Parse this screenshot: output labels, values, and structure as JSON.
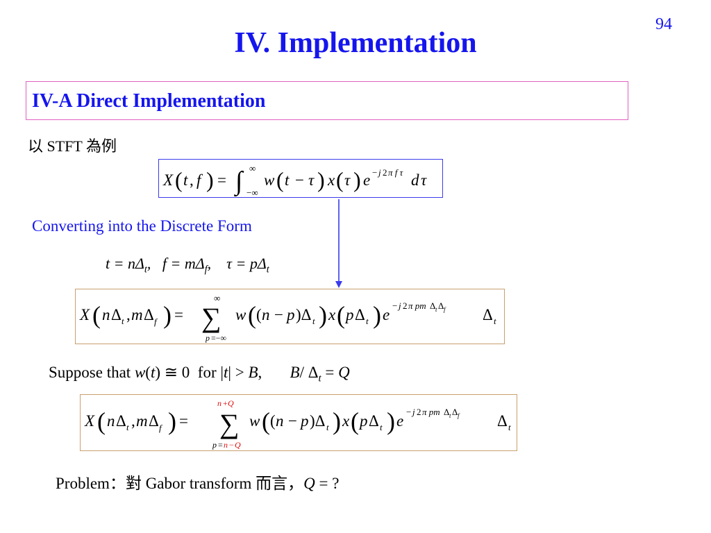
{
  "slide": {
    "page_number": "94",
    "title": "IV.  Implementation",
    "section_heading": "IV-A  Direct Implementation",
    "intro_text": "以 STFT 為例",
    "converting_label": "Converting into the Discrete Form",
    "suppose_text": "Suppose that w(t) ≅ 0  for |t| > B,      B/ Δt = Q",
    "problem_text": "Problem：對 Gabor transform 而言，Q = ?"
  },
  "colors": {
    "title_blue": "#1515ee",
    "section_border": "#e060c0",
    "formula_border_blue": "#3a3aee",
    "formula_border_tan": "#c8a06e",
    "limit_red": "#e01010"
  }
}
